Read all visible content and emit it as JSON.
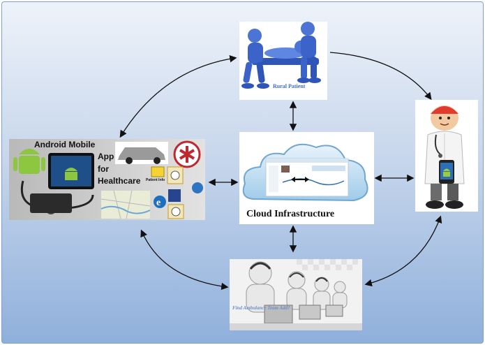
{
  "nodes": {
    "rural_patient": {
      "label": "Rural Patient"
    },
    "cloud": {
      "label": "Cloud Infrastructure"
    },
    "android_app": {
      "title": "Android Mobile",
      "line2": "App",
      "line3": "for",
      "line4": "Healthcare",
      "patient_info": "Patient Info"
    },
    "call_center": {
      "label": "Find Ambulance Team Add?"
    }
  },
  "colors": {
    "frame_border": "#7da0c8",
    "background_top": "#eef3fa",
    "background_bottom": "#8fb0dc",
    "figure_blue": "#3b63c9",
    "arrow": "#111111"
  },
  "icons": [
    "stretcher-figures",
    "doctor-figure",
    "android-tablet",
    "cloud",
    "call-center-figures",
    "suv-car",
    "map",
    "emergency-seal"
  ]
}
